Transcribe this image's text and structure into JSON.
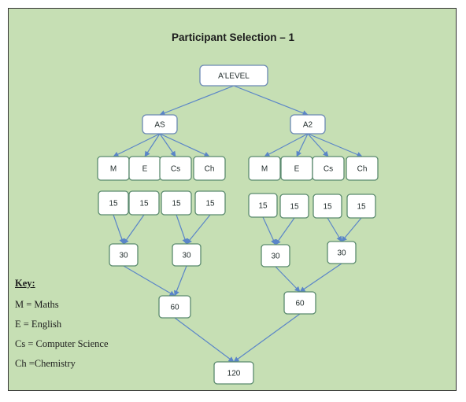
{
  "title": "Participant Selection – 1",
  "colors": {
    "background": "#c6dfb4",
    "node_fill": "#ffffff",
    "node_border_green": "#5a8a6e",
    "node_border_blue": "#6b89b5",
    "arrow": "#5a85c8"
  },
  "nodes": [
    {
      "id": "alevel",
      "label": "A'LEVEL"
    },
    {
      "id": "as",
      "label": "AS"
    },
    {
      "id": "a2",
      "label": "A2"
    },
    {
      "id": "as_m",
      "label": "M"
    },
    {
      "id": "as_e",
      "label": "E"
    },
    {
      "id": "as_cs",
      "label": "Cs"
    },
    {
      "id": "as_ch",
      "label": "Ch"
    },
    {
      "id": "a2_m",
      "label": "M"
    },
    {
      "id": "a2_e",
      "label": "E"
    },
    {
      "id": "a2_cs",
      "label": "Cs"
    },
    {
      "id": "a2_ch",
      "label": "Ch"
    },
    {
      "id": "as_m15",
      "label": "15"
    },
    {
      "id": "as_e15",
      "label": "15"
    },
    {
      "id": "as_cs15",
      "label": "15"
    },
    {
      "id": "as_ch15",
      "label": "15"
    },
    {
      "id": "a2_m15",
      "label": "15"
    },
    {
      "id": "a2_e15",
      "label": "15"
    },
    {
      "id": "a2_cs15",
      "label": "15"
    },
    {
      "id": "a2_ch15",
      "label": "15"
    },
    {
      "id": "as_30a",
      "label": "30"
    },
    {
      "id": "as_30b",
      "label": "30"
    },
    {
      "id": "a2_30a",
      "label": "30"
    },
    {
      "id": "a2_30b",
      "label": "30"
    },
    {
      "id": "as_60",
      "label": "60"
    },
    {
      "id": "a2_60",
      "label": "60"
    },
    {
      "id": "total",
      "label": "120"
    }
  ],
  "edges": [
    [
      "alevel",
      "as"
    ],
    [
      "alevel",
      "a2"
    ],
    [
      "as",
      "as_m"
    ],
    [
      "as",
      "as_e"
    ],
    [
      "as",
      "as_cs"
    ],
    [
      "as",
      "as_ch"
    ],
    [
      "a2",
      "a2_m"
    ],
    [
      "a2",
      "a2_e"
    ],
    [
      "a2",
      "a2_cs"
    ],
    [
      "a2",
      "a2_ch"
    ],
    [
      "as_m15",
      "as_30a"
    ],
    [
      "as_e15",
      "as_30a"
    ],
    [
      "as_cs15",
      "as_30b"
    ],
    [
      "as_ch15",
      "as_30b"
    ],
    [
      "a2_m15",
      "a2_30a"
    ],
    [
      "a2_e15",
      "a2_30a"
    ],
    [
      "a2_cs15",
      "a2_30b"
    ],
    [
      "a2_ch15",
      "a2_30b"
    ],
    [
      "as_30a",
      "as_60"
    ],
    [
      "as_30b",
      "as_60"
    ],
    [
      "a2_30a",
      "a2_60"
    ],
    [
      "a2_30b",
      "a2_60"
    ],
    [
      "as_60",
      "total"
    ],
    [
      "a2_60",
      "total"
    ]
  ],
  "key": {
    "title": "Key:",
    "items": [
      "M = Maths",
      "E = English",
      "Cs = Computer Science",
      "Ch =Chemistry"
    ]
  }
}
